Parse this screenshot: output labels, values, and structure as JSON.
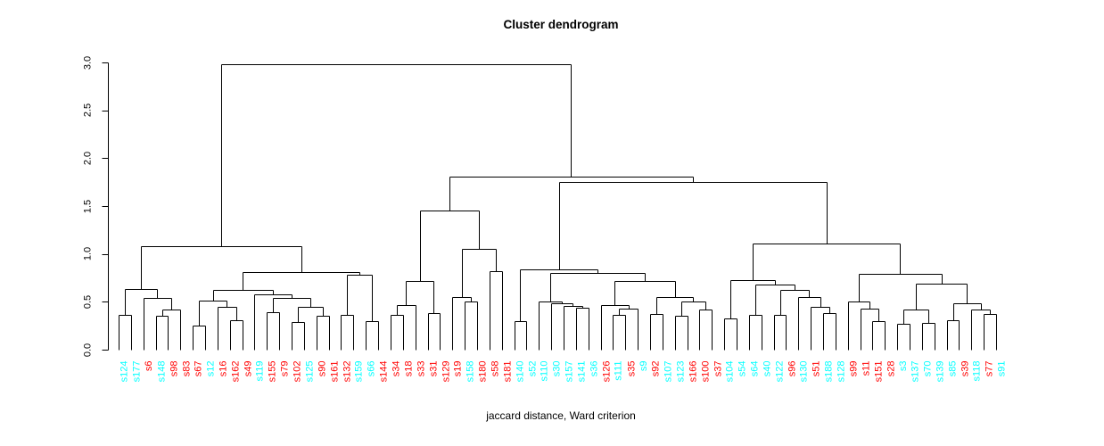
{
  "chart_data": {
    "type": "dendrogram",
    "title": "Cluster dendrogram",
    "xlabel": "jaccard distance, Ward criterion",
    "ylabel": "",
    "ylim": [
      0,
      3.0
    ],
    "yticks": [
      0.0,
      0.5,
      1.0,
      1.5,
      2.0,
      2.5,
      3.0
    ],
    "grid": false,
    "legend": "none",
    "line_color": "#000000",
    "colors": {
      "c": "#00FFFF",
      "r": "#FF0000"
    },
    "leaf_labels": [
      "s124",
      "s177",
      "s6",
      "s148",
      "s98",
      "s83",
      "s67",
      "s12",
      "s16",
      "s162",
      "s49",
      "s119",
      "s155",
      "s79",
      "s102",
      "s125",
      "s90",
      "s161",
      "s132",
      "s159",
      "s66",
      "s144",
      "s34",
      "s18",
      "s33",
      "s31",
      "s129",
      "s19",
      "s158",
      "s180",
      "s58",
      "s181",
      "s140",
      "s52",
      "s110",
      "s30",
      "s157",
      "s141",
      "s36",
      "s126",
      "s111",
      "s35",
      "s9",
      "s92",
      "s107",
      "s123",
      "s166",
      "s100",
      "s37",
      "s104",
      "s54",
      "s64",
      "s40",
      "s122",
      "s96",
      "s130",
      "s51",
      "s188",
      "s128",
      "s99",
      "s11",
      "s151",
      "s28",
      "s3",
      "s137",
      "s70",
      "s139",
      "s85",
      "s39",
      "s118",
      "s77",
      "s91"
    ],
    "leaf_colors": [
      "c",
      "c",
      "r",
      "c",
      "r",
      "r",
      "r",
      "c",
      "r",
      "r",
      "r",
      "c",
      "r",
      "r",
      "r",
      "c",
      "r",
      "r",
      "r",
      "c",
      "c",
      "r",
      "r",
      "r",
      "r",
      "r",
      "r",
      "r",
      "c",
      "r",
      "r",
      "r",
      "c",
      "c",
      "c",
      "c",
      "c",
      "c",
      "c",
      "r",
      "c",
      "r",
      "c",
      "r",
      "c",
      "c",
      "r",
      "r",
      "r",
      "c",
      "c",
      "c",
      "c",
      "c",
      "r",
      "c",
      "r",
      "c",
      "c",
      "r",
      "r",
      "r",
      "r",
      "c",
      "c",
      "c",
      "c",
      "c",
      "r",
      "c",
      "r",
      "c"
    ],
    "tree": [
      2.98,
      [
        1.08,
        [
          0.63,
          [
            0.36,
            [
              "s124",
              "c"
            ],
            [
              "s177",
              "c"
            ]
          ],
          [
            0.54,
            [
              "s6",
              "r"
            ],
            [
              0.42,
              [
                0.35,
                [
                  "s148",
                  "c"
                ],
                [
                  "s98",
                  "r"
                ]
              ],
              [
                "s83",
                "r"
              ]
            ]
          ]
        ],
        [
          0.81,
          [
            0.62,
            [
              0.51,
              [
                0.25,
                [
                  "s67",
                  "r"
                ],
                [
                  "s12",
                  "c"
                ]
              ],
              [
                0.45,
                [
                  "s16",
                  "r"
                ],
                [
                  0.31,
                  [
                    "s162",
                    "r"
                  ],
                  [
                    "s49",
                    "r"
                  ]
                ]
              ]
            ],
            [
              0.58,
              [
                "s119",
                "c"
              ],
              [
                0.54,
                [
                  0.39,
                  [
                    "s155",
                    "r"
                  ],
                  [
                    "s79",
                    "r"
                  ]
                ],
                [
                  0.45,
                  [
                    0.29,
                    [
                      "s102",
                      "r"
                    ],
                    [
                      "s125",
                      "c"
                    ]
                  ],
                  [
                    0.35,
                    [
                      "s90",
                      "r"
                    ],
                    [
                      "s161",
                      "r"
                    ]
                  ]
                ]
              ]
            ]
          ],
          [
            0.785,
            [
              0.36,
              [
                "s132",
                "r"
              ],
              [
                "s159",
                "c"
              ]
            ],
            [
              0.3,
              [
                "s66",
                "c"
              ],
              [
                "s144",
                "r"
              ]
            ]
          ]
        ]
      ],
      [
        1.81,
        [
          1.45,
          [
            0.72,
            [
              0.47,
              [
                0.36,
                [
                  "s34",
                  "r"
                ],
                [
                  "s18",
                  "r"
                ]
              ],
              [
                "s33",
                "r"
              ]
            ],
            [
              0.38,
              [
                "s31",
                "r"
              ],
              [
                "s129",
                "r"
              ]
            ]
          ],
          [
            1.05,
            [
              0.55,
              [
                "s19",
                "r"
              ],
              [
                0.5,
                [
                  "s158",
                  "c"
                ],
                [
                  "s180",
                  "r"
                ]
              ]
            ],
            [
              0.82,
              [
                "s58",
                "r"
              ],
              [
                "s181",
                "r"
              ]
            ]
          ]
        ],
        [
          1.75,
          [
            0.84,
            [
              0.3,
              [
                "s140",
                "c"
              ],
              [
                "s52",
                "c"
              ]
            ],
            [
              0.8,
              [
                0.5,
                [
                  "s110",
                  "c"
                ],
                [
                  0.48,
                  [
                    "s30",
                    "c"
                  ],
                  [
                    0.46,
                    [
                      "s157",
                      "c"
                    ],
                    [
                      0.44,
                      [
                        "s141",
                        "c"
                      ],
                      [
                        "s36",
                        "c"
                      ]
                    ]
                  ]
                ]
              ],
              [
                0.72,
                [
                  0.47,
                  [
                    "s126",
                    "r"
                  ],
                  [
                    0.43,
                    [
                      0.36,
                      [
                        "s111",
                        "c"
                      ],
                      [
                        "s35",
                        "r"
                      ]
                    ],
                    [
                      "s9",
                      "c"
                    ]
                  ]
                ],
                [
                  0.55,
                  [
                    0.37,
                    [
                      "s92",
                      "r"
                    ],
                    [
                      "s107",
                      "c"
                    ]
                  ],
                  [
                    0.5,
                    [
                      0.35,
                      [
                        "s123",
                        "c"
                      ],
                      [
                        "s166",
                        "r"
                      ]
                    ],
                    [
                      0.42,
                      [
                        "s100",
                        "r"
                      ],
                      [
                        "s37",
                        "r"
                      ]
                    ]
                  ]
                ]
              ]
            ]
          ],
          [
            1.11,
            [
              0.73,
              [
                0.33,
                [
                  "s104",
                  "c"
                ],
                [
                  "s54",
                  "c"
                ]
              ],
              [
                0.68,
                [
                  0.36,
                  [
                    "s64",
                    "c"
                  ],
                  [
                    "s40",
                    "c"
                  ]
                ],
                [
                  0.62,
                  [
                    0.36,
                    [
                      "s122",
                      "c"
                    ],
                    [
                      "s96",
                      "r"
                    ]
                  ],
                  [
                    0.55,
                    [
                      "s130",
                      "c"
                    ],
                    [
                      0.45,
                      [
                        "s51",
                        "r"
                      ],
                      [
                        0.38,
                        [
                          "s188",
                          "c"
                        ],
                        [
                          "s128",
                          "c"
                        ]
                      ]
                    ]
                  ]
                ]
              ]
            ],
            [
              0.79,
              [
                0.5,
                [
                  "s99",
                  "r"
                ],
                [
                  0.43,
                  [
                    "s11",
                    "r"
                  ],
                  [
                    0.3,
                    [
                      "s151",
                      "r"
                    ],
                    [
                      "s28",
                      "r"
                    ]
                  ]
                ]
              ],
              [
                0.69,
                [
                  0.42,
                  [
                    0.27,
                    [
                      "s3",
                      "c"
                    ],
                    [
                      "s137",
                      "c"
                    ]
                  ],
                  [
                    0.28,
                    [
                      "s70",
                      "c"
                    ],
                    [
                      "s139",
                      "c"
                    ]
                  ]
                ],
                [
                  0.48,
                  [
                    0.31,
                    [
                      "s85",
                      "c"
                    ],
                    [
                      "s39",
                      "r"
                    ]
                  ],
                  [
                    0.42,
                    [
                      "s118",
                      "c"
                    ],
                    [
                      0.37,
                      [
                        "s77",
                        "r"
                      ],
                      [
                        "s91",
                        "c"
                      ]
                    ]
                  ]
                ]
              ]
            ]
          ]
        ]
      ]
    ]
  }
}
